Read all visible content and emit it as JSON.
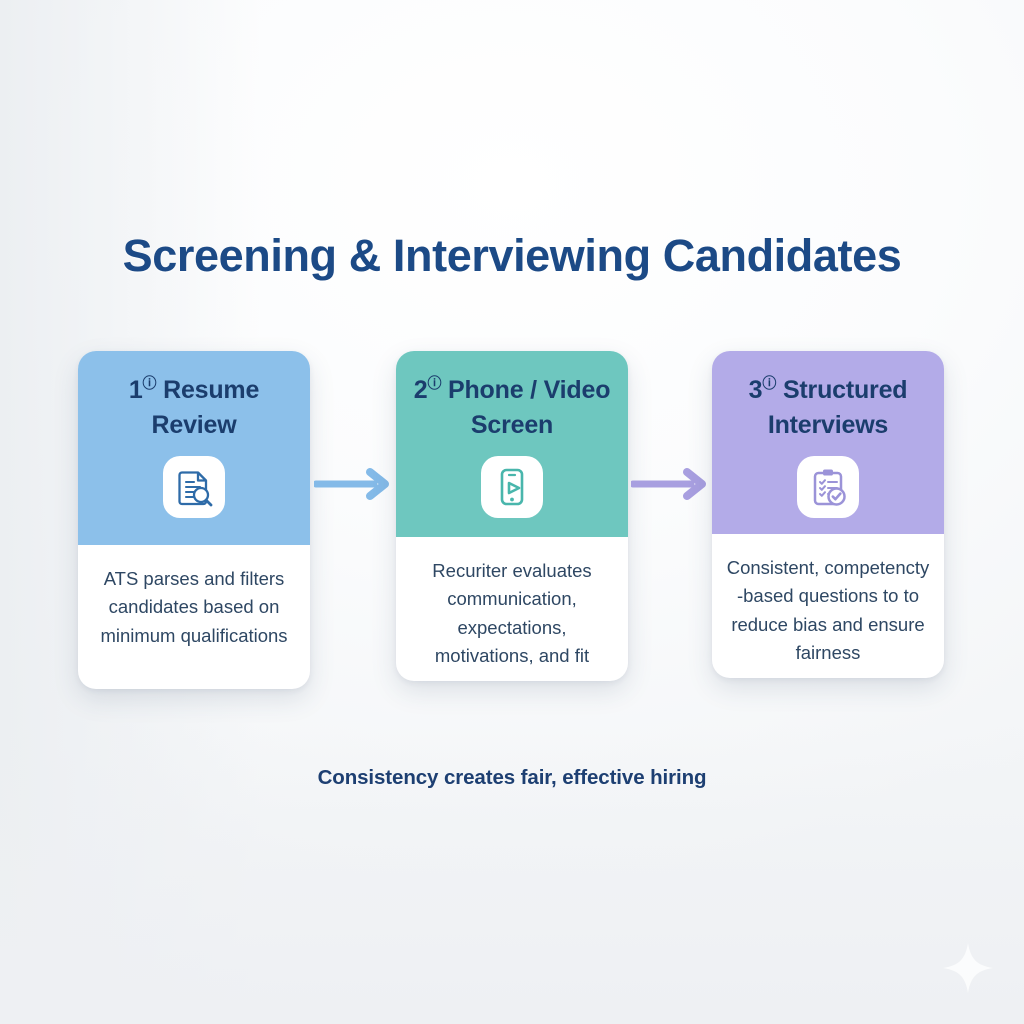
{
  "title": "Screening & Interviewing Candidates",
  "tagline": "Consistency creates fair, effective hiring",
  "colors": {
    "title_blue": "#1c4a86",
    "step1_header": "#8cc0ea",
    "step2_header": "#6ec7bf",
    "step3_header": "#b3abe8",
    "arrow1": "#84bae8",
    "arrow2": "#a89fe0",
    "body_text": "#2e4763"
  },
  "steps": [
    {
      "number": "1",
      "number_mark": "ⓘ",
      "title": "Resume Review",
      "icon": "document-search-icon",
      "body": "ATS parses and filters candidates based on minimum qualifications"
    },
    {
      "number": "2",
      "number_mark": "ⓘ",
      "title": "Phone / Video Screen",
      "icon": "mobile-video-play-icon",
      "body": "Recuriter evaluates communication, expectations, motivations, and fit"
    },
    {
      "number": "3",
      "number_mark": "ⓘ",
      "title": "Structured Interviews",
      "icon": "clipboard-checklist-check-icon",
      "body": "Consistent, competencty -based questions to to reduce bias and ensure fairness"
    }
  ],
  "arrows": [
    {
      "name": "arrow-step1-to-step2"
    },
    {
      "name": "arrow-step2-to-step3"
    }
  ],
  "decoration": {
    "sparkle": "four-point-star-sparkle"
  }
}
